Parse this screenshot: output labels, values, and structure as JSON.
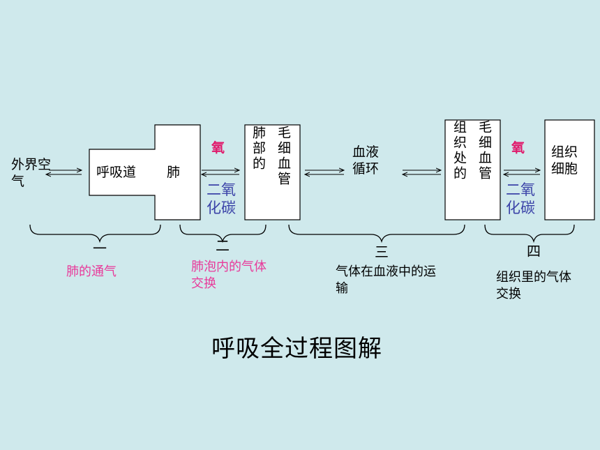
{
  "labels": {
    "outside_air": "外界空气",
    "airway": "呼吸道",
    "lung": "肺",
    "alveolar_capillary_v1": "肺部的",
    "alveolar_capillary_v2": "毛细血管",
    "blood_circulation": "血液循环",
    "tissue_capillary_v1": "组织处的",
    "tissue_capillary_v2": "毛细血管",
    "tissue_cells": "组织细胞"
  },
  "gas": {
    "oxygen_1": "氧",
    "co2_1": "二氧化碳",
    "oxygen_2": "氧",
    "co2_2": "二氧化碳"
  },
  "stages": [
    {
      "number": "一",
      "desc": "肺的通气"
    },
    {
      "number": "二",
      "desc": "肺泡内的气体交换"
    },
    {
      "number": "三",
      "desc": "气体在血液中的运输"
    },
    {
      "number": "四",
      "desc": "组织里的气体交换"
    }
  ],
  "title": "呼吸全过程图解",
  "colors": {
    "background": "#cfe9ec",
    "box_fill": "#ffffff",
    "oxygen": "#e0196b",
    "co2": "#3b43a8",
    "stage_desc_pink": "#e83a9a",
    "stroke": "#000000"
  }
}
